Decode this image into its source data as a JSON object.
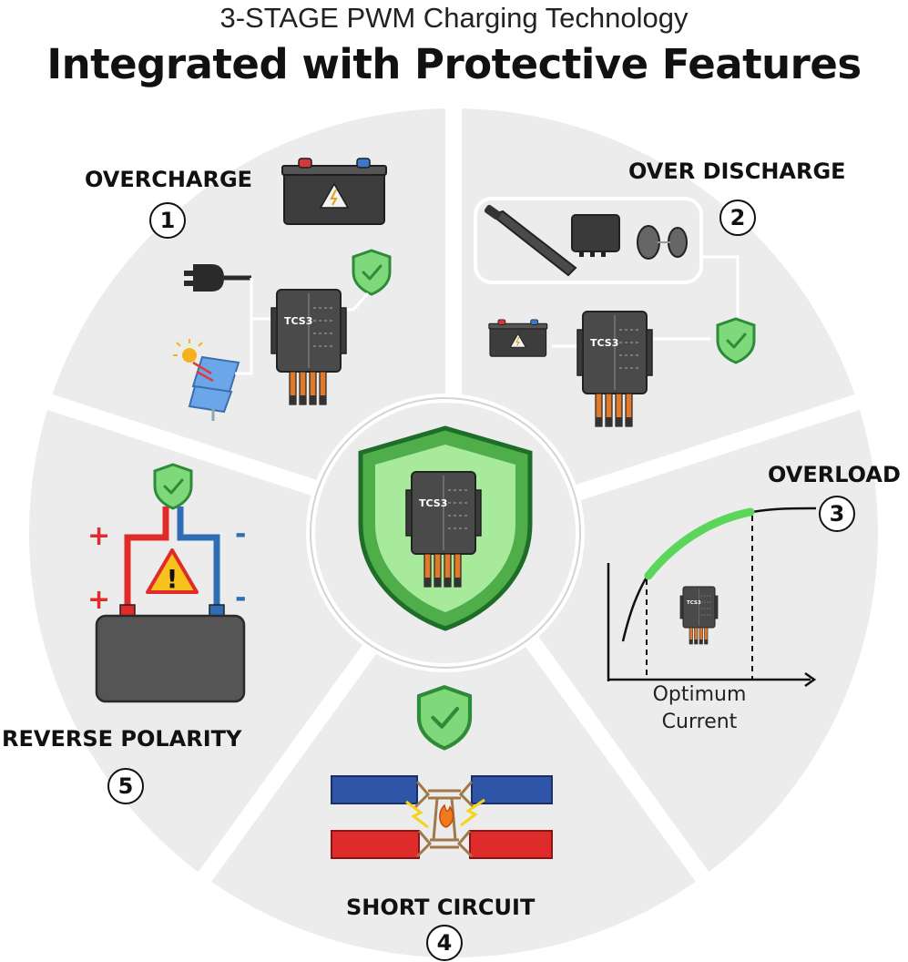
{
  "header": {
    "subtitle": "3-STAGE PWM Charging Technology",
    "title": "Integrated with Protective Features"
  },
  "features": [
    {
      "number": "1",
      "label": "OVERCHARGE"
    },
    {
      "number": "2",
      "label": "OVER DISCHARGE"
    },
    {
      "number": "3",
      "label": "OVERLOAD"
    },
    {
      "number": "4",
      "label": "SHORT CIRCUIT"
    },
    {
      "number": "5",
      "label": "REVERSE POLARITY"
    }
  ],
  "device": {
    "model": "TCS3"
  },
  "overload_chart": {
    "axis_label_line1": "Optimum",
    "axis_label_line2": "Current"
  },
  "polarity": {
    "plus": "+",
    "minus": "-",
    "warning": "!"
  },
  "colors": {
    "shield_green": "#5cc25a",
    "shield_dark": "#2e8b3a",
    "wheel_gray": "#ececec",
    "wire_red": "#e02b2b",
    "wire_blue": "#2f6db5"
  }
}
